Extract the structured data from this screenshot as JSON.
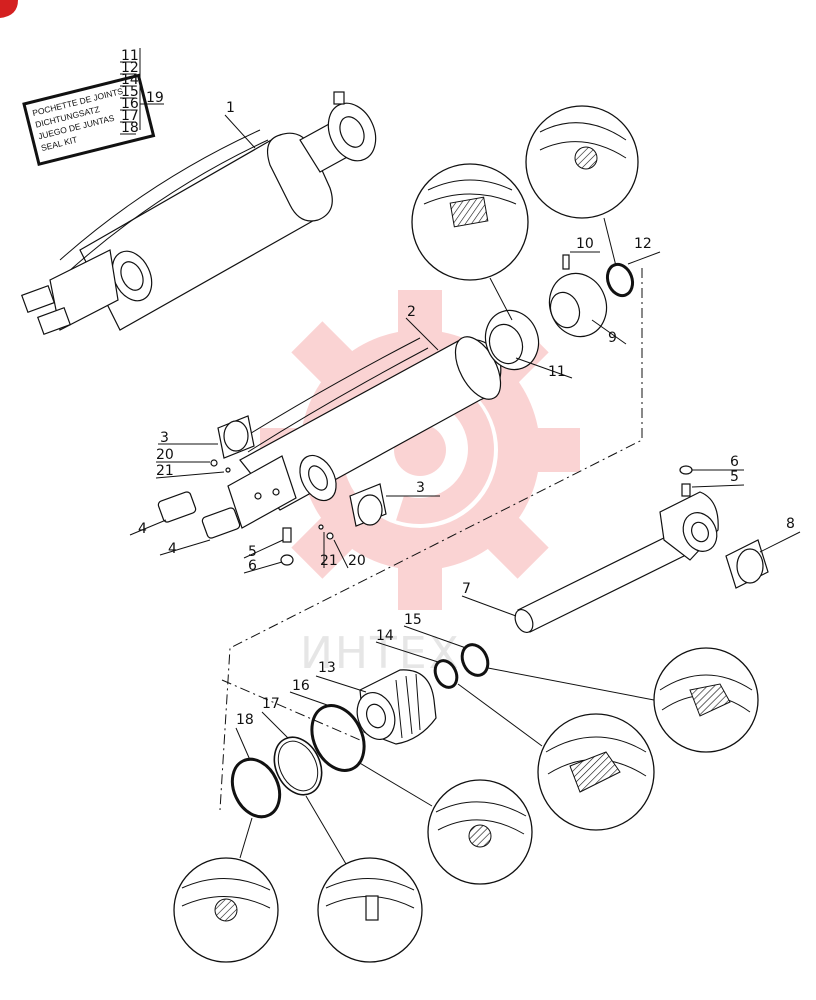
{
  "seal_kit": {
    "lines": [
      "POCHETTE DE JOINTS",
      "DICHTUNGSATZ",
      "JUEGO DE JUNTAS",
      "SEAL KIT"
    ],
    "items": [
      "11",
      "12",
      "14",
      "15",
      "16",
      "17",
      "18"
    ],
    "group_number": "19"
  },
  "labels": {
    "p1": "1",
    "p2": "2",
    "p3a": "3",
    "p3b": "3",
    "p4a": "4",
    "p4b": "4",
    "p5a": "5",
    "p5b": "5",
    "p6a": "6",
    "p6b": "6",
    "p7": "7",
    "p8": "8",
    "p9": "9",
    "p10": "10",
    "p11": "11",
    "p12": "12",
    "p13": "13",
    "p14": "14",
    "p15": "15",
    "p16": "16",
    "p17": "17",
    "p18": "18",
    "p20a": "20",
    "p20b": "20",
    "p21a": "21",
    "p21b": "21"
  },
  "watermark": {
    "text": "ИНТЕХ",
    "color": "#f08080"
  },
  "colors": {
    "ink": "#111111",
    "watermark_gear": "#f5a0a0",
    "badge": "#d42020"
  }
}
